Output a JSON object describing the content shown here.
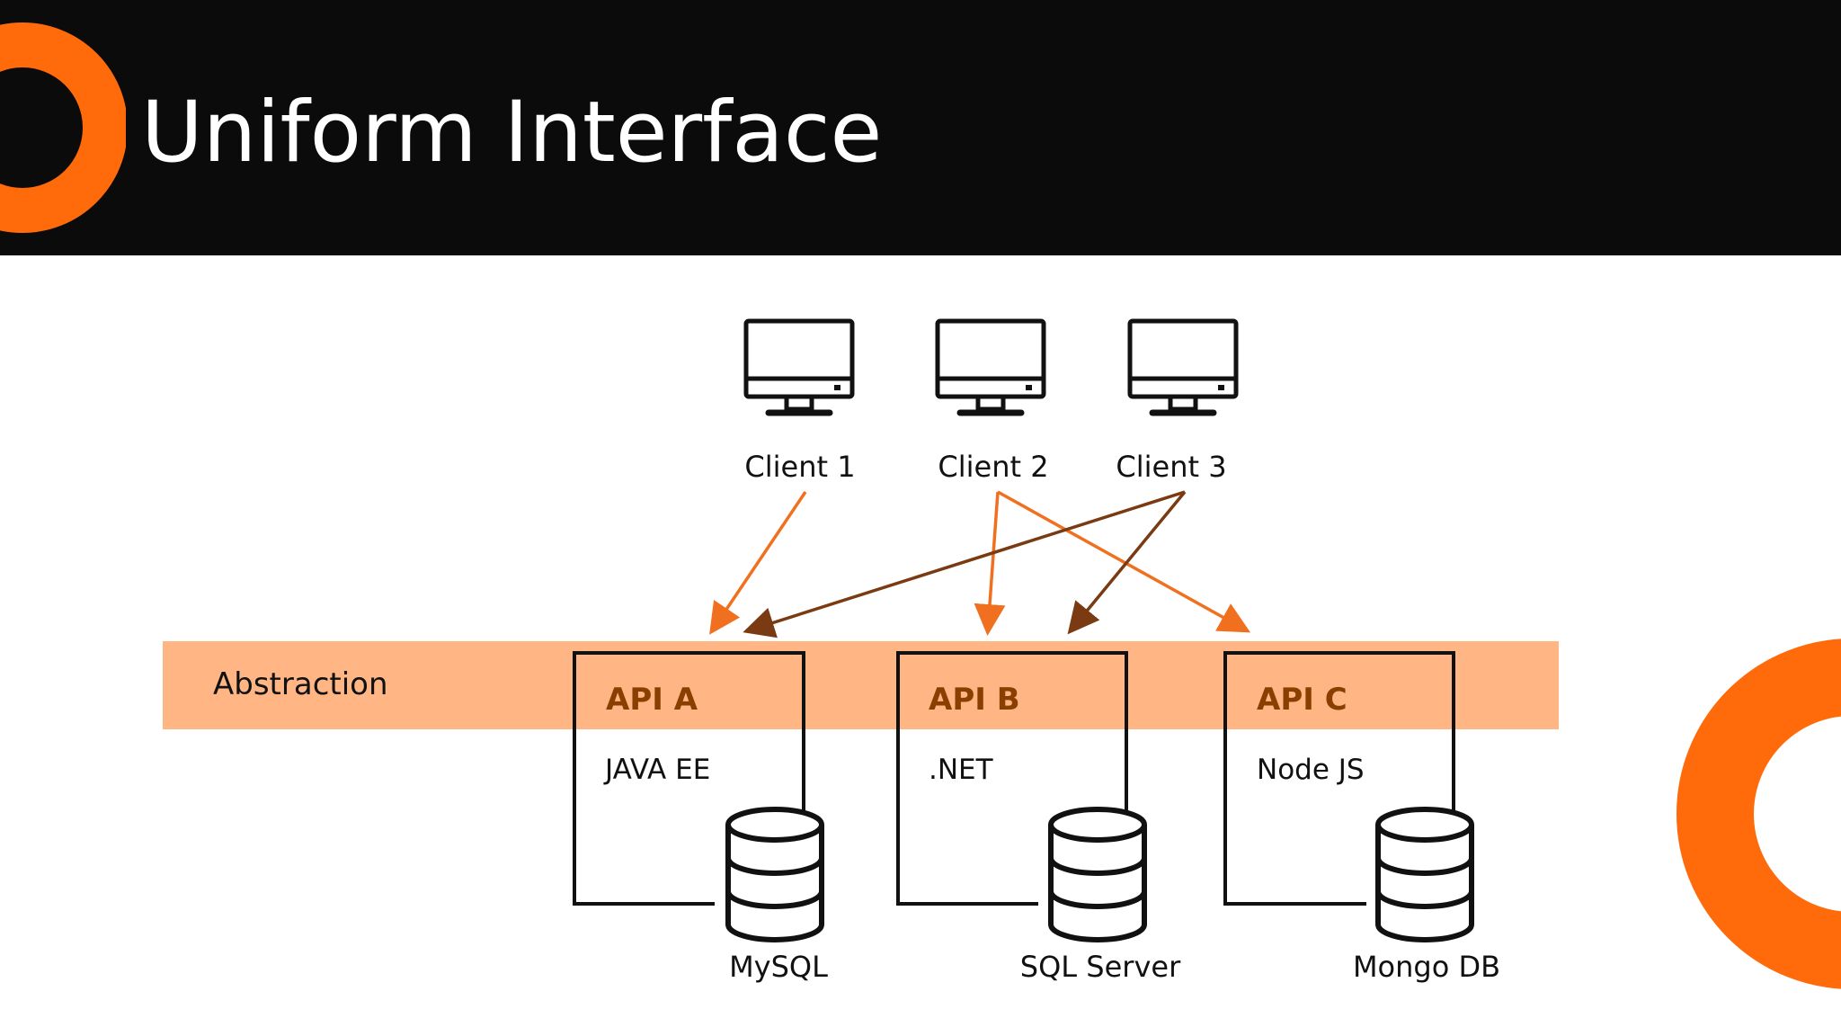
{
  "slide": {
    "title": "Uniform Interface"
  },
  "clients": [
    {
      "label": "Client 1"
    },
    {
      "label": "Client 2"
    },
    {
      "label": "Client 3"
    }
  ],
  "abstraction": {
    "label": "Abstraction"
  },
  "apis": [
    {
      "title": "API A",
      "tech": "JAVA EE",
      "database": "MySQL"
    },
    {
      "title": "API B",
      "tech": ".NET",
      "database": "SQL Server"
    },
    {
      "title": "API C",
      "tech": "Node JS",
      "database": "Mongo DB"
    }
  ],
  "colors": {
    "header_bg": "#0c0b0c",
    "accent_orange": "#ff6a0a",
    "abstraction_band": "#ffb584",
    "api_title": "#8a3f00",
    "arrow_orange": "#f07020",
    "arrow_brown": "#7a3a12",
    "outline": "#111111"
  },
  "icons": {
    "client": "monitor-icon",
    "database": "database-icon",
    "decor": "ring-decoration"
  }
}
